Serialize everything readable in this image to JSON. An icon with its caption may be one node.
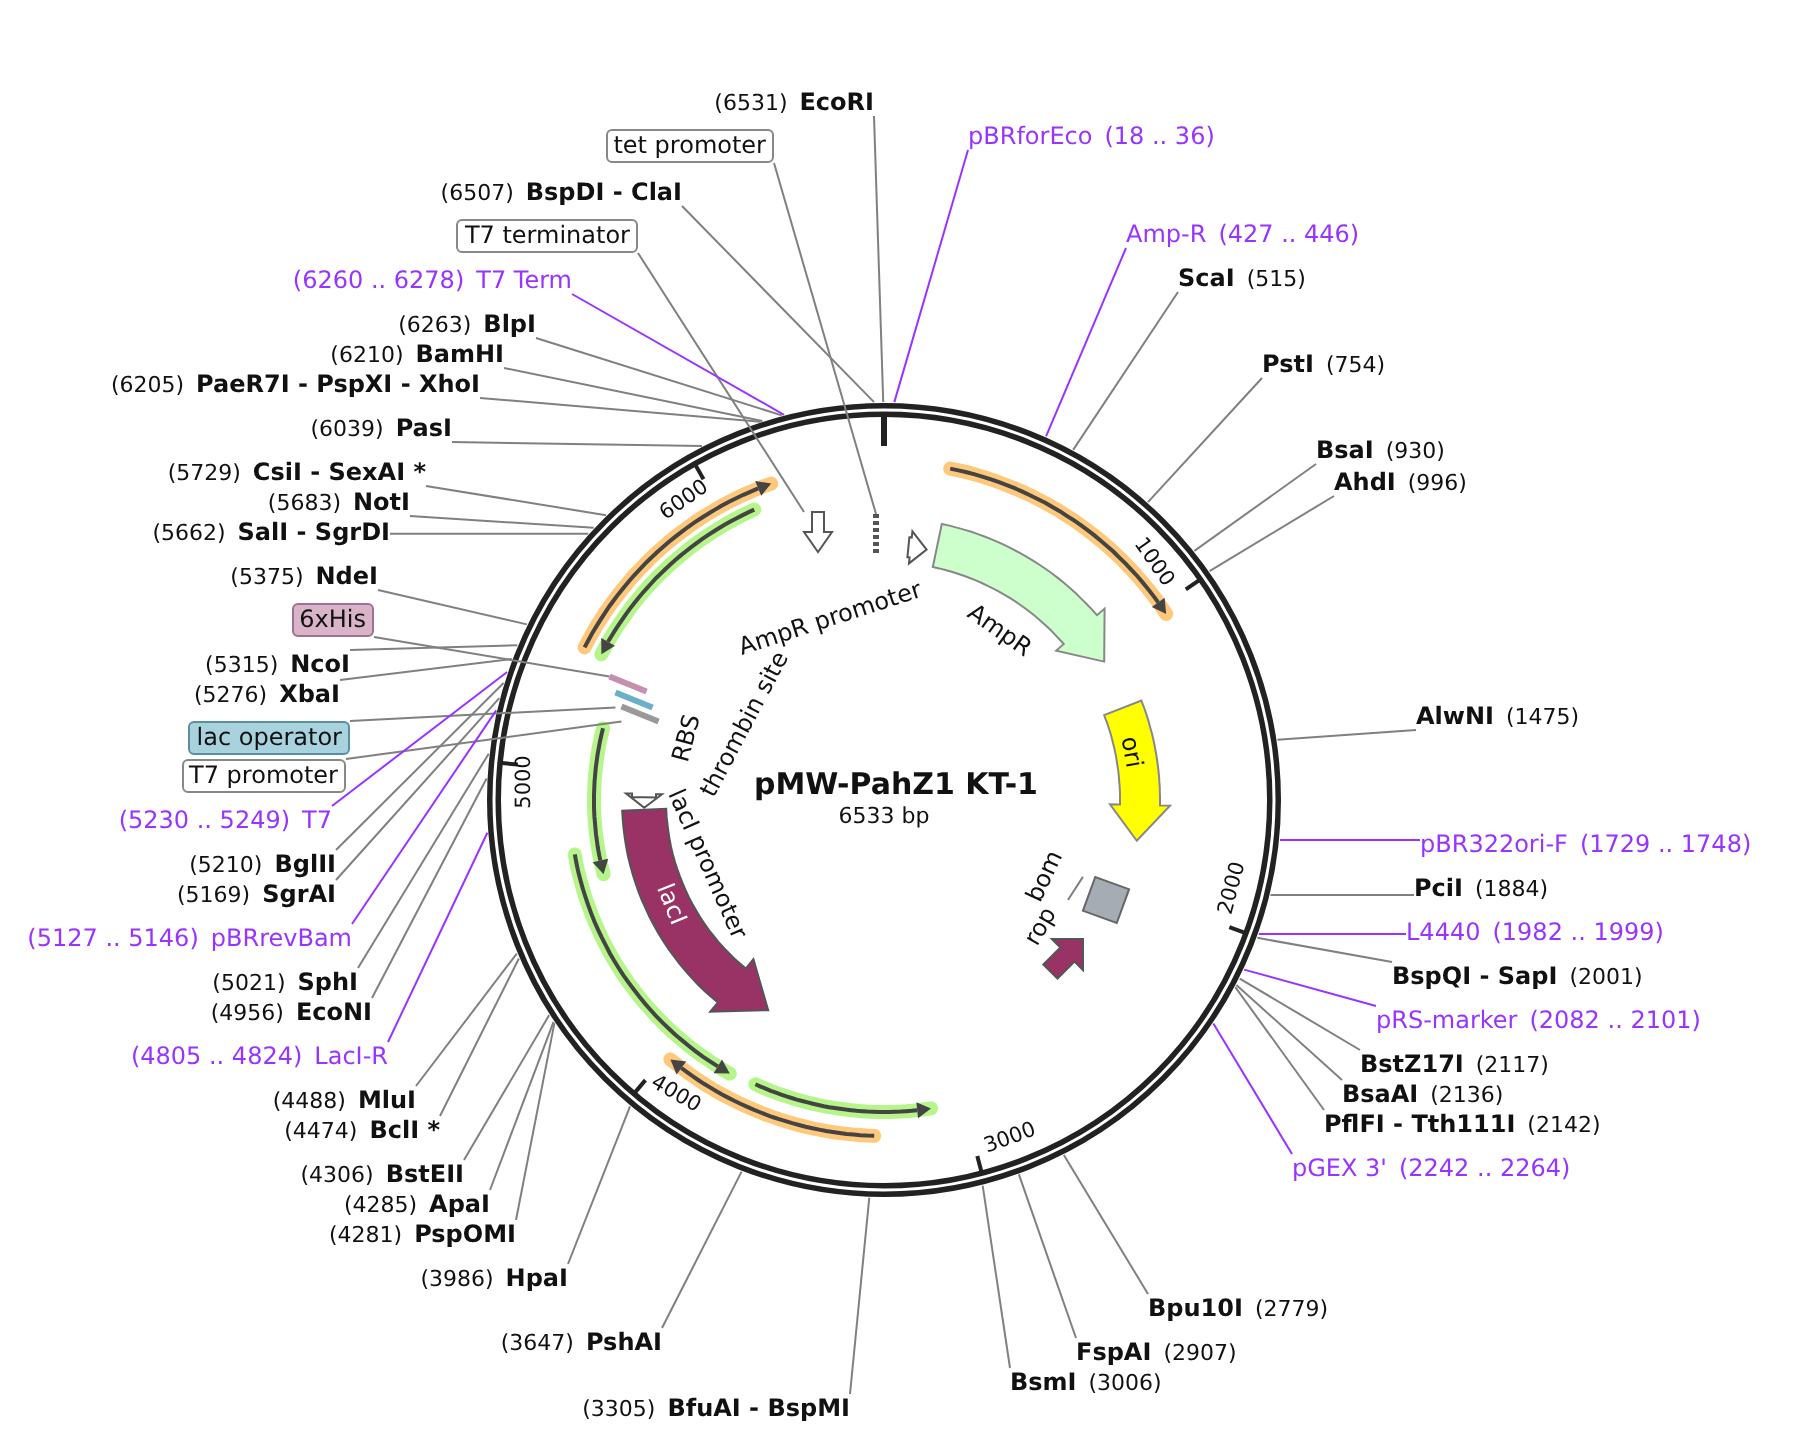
{
  "diagram": {
    "title": "pMW-PahZ1 KT-1",
    "nodes": [
      {
        "text": [
          "(6531)",
          "EcoRI"
        ]
      },
      {
        "text": [
          "tet promoter"
        ]
      },
      {
        "text": [
          "(6507)",
          "BspDI - ClaI"
        ]
      },
      {
        "text": [
          "T7 terminator"
        ]
      },
      {
        "text": [
          "(6260 .. 6278)",
          "T7 Term"
        ]
      },
      {
        "text": [
          "(6263)",
          "BlpI"
        ]
      },
      {
        "text": [
          "(6210)",
          "BamHI"
        ]
      },
      {
        "text": [
          "(6205)",
          "PaeR7I - PspXI - XhoI"
        ]
      },
      {
        "text": [
          "(6039)",
          "PasI"
        ]
      },
      {
        "text": [
          "(5729)",
          "CsiI - SexAI *"
        ]
      },
      {
        "text": [
          "(5683)",
          "NotI"
        ]
      },
      {
        "text": [
          "(5662)",
          "SalI - SgrDI"
        ]
      },
      {
        "text": [
          "(5375)",
          "NdeI"
        ]
      },
      {
        "text": [
          "6xHis"
        ]
      },
      {
        "text": [
          "(5315)",
          "NcoI"
        ]
      },
      {
        "text": [
          "(5276)",
          "XbaI"
        ]
      },
      {
        "text": [
          "lac operator"
        ]
      },
      {
        "text": [
          "T7 promoter"
        ]
      },
      {
        "text": [
          "(5230 .. 5249)",
          "T7"
        ]
      },
      {
        "text": [
          "(5210)",
          "BglII"
        ]
      },
      {
        "text": [
          "(5169)",
          "SgrAI"
        ]
      },
      {
        "text": [
          "(5127 .. 5146)",
          "pBRrevBam"
        ]
      },
      {
        "text": [
          "(5021)",
          "SphI"
        ]
      },
      {
        "text": [
          "(4956)",
          "EcoNI"
        ]
      },
      {
        "text": [
          "(4805 .. 4824)",
          "LacI-R"
        ]
      },
      {
        "text": [
          "(4488)",
          "MluI"
        ]
      },
      {
        "text": [
          "(4474)",
          "BclI *"
        ]
      },
      {
        "text": [
          "(4306)",
          "BstEII"
        ]
      },
      {
        "text": [
          "(4285)",
          "ApaI"
        ]
      },
      {
        "text": [
          "(4281)",
          "PspOMI"
        ]
      },
      {
        "text": [
          "(3986)",
          "HpaI"
        ]
      },
      {
        "text": [
          "(3647)",
          "PshAI"
        ]
      },
      {
        "text": [
          "(3305)",
          "BfuAI - BspMI"
        ]
      },
      {
        "text": [
          "pBRforEco",
          "(18 .. 36)"
        ]
      },
      {
        "text": [
          "Amp-R",
          "(427 .. 446)"
        ]
      },
      {
        "text": [
          "ScaI",
          "(515)"
        ]
      },
      {
        "text": [
          "PstI",
          "(754)"
        ]
      },
      {
        "text": [
          "BsaI",
          "(930)"
        ]
      },
      {
        "text": [
          "AhdI",
          "(996)"
        ]
      },
      {
        "text": [
          "AlwNI",
          "(1475)"
        ]
      },
      {
        "text": [
          "pBR322ori-F",
          "(1729 .. 1748)"
        ]
      },
      {
        "text": [
          "PciI",
          "(1884)"
        ]
      },
      {
        "text": [
          "L4440",
          "(1982 .. 1999)"
        ]
      },
      {
        "text": [
          "BspQI - SapI",
          "(2001)"
        ]
      },
      {
        "text": [
          "pRS-marker",
          "(2082 .. 2101)"
        ]
      },
      {
        "text": [
          "BstZ17I",
          "(2117)"
        ]
      },
      {
        "text": [
          "BsaAI",
          "(2136)"
        ]
      },
      {
        "text": [
          "PflFI - Tth111I",
          "(2142)"
        ]
      },
      {
        "text": [
          "pGEX 3'",
          "(2242 .. 2264)"
        ]
      },
      {
        "text": [
          "Bpu10I",
          "(2779)"
        ]
      },
      {
        "text": [
          "FspAI",
          "(2907)"
        ]
      },
      {
        "text": [
          "BsmI",
          "(3006)"
        ]
      },
      {
        "text": [
          "AmpR promoter"
        ]
      },
      {
        "text": [
          "AmpR"
        ]
      },
      {
        "text": [
          "ori"
        ]
      },
      {
        "text": [
          "bom"
        ]
      },
      {
        "text": [],
        "shape": "box"
      },
      {
        "text": [
          "rop"
        ]
      },
      {
        "text": [
          "lacI"
        ]
      },
      {
        "text": [
          "lacI promoter"
        ]
      },
      {
        "text": [
          "RBS"
        ]
      },
      {
        "text": [
          "thrombin site"
        ]
      },
      {
        "text": [],
        "shape": "bar"
      },
      {
        "text": [],
        "shape": "arrow"
      },
      {
        "text": [],
        "shape": "bar"
      },
      {
        "text": [],
        "shape": "bar"
      },
      {
        "text": [],
        "shape": "bar"
      }
    ],
    "edges": [
      {
        "from": 0,
        "to": null,
        "arrow": "none"
      },
      {
        "from": 1,
        "to": 62,
        "arrow": "none"
      },
      {
        "from": 2,
        "to": null,
        "arrow": "none"
      },
      {
        "from": 3,
        "to": 63,
        "arrow": "none"
      },
      {
        "from": 4,
        "to": null,
        "arrow": "none",
        "color": "#9933ff"
      },
      {
        "from": 5,
        "to": null,
        "arrow": "none"
      },
      {
        "from": 6,
        "to": null,
        "arrow": "none"
      },
      {
        "from": 7,
        "to": null,
        "arrow": "none"
      },
      {
        "from": 8,
        "to": null,
        "arrow": "none"
      },
      {
        "from": 9,
        "to": null,
        "arrow": "none"
      },
      {
        "from": 10,
        "to": null,
        "arrow": "none"
      },
      {
        "from": 11,
        "to": null,
        "arrow": "none"
      },
      {
        "from": 12,
        "to": null,
        "arrow": "none"
      },
      {
        "from": 13,
        "to": 64,
        "arrow": "none"
      },
      {
        "from": 14,
        "to": null,
        "arrow": "none"
      },
      {
        "from": 15,
        "to": null,
        "arrow": "none"
      },
      {
        "from": 16,
        "to": 65,
        "arrow": "none"
      },
      {
        "from": 17,
        "to": 66,
        "arrow": "none"
      },
      {
        "from": 18,
        "to": null,
        "arrow": "none",
        "color": "#9933ff"
      },
      {
        "from": 19,
        "to": null,
        "arrow": "none"
      },
      {
        "from": 20,
        "to": null,
        "arrow": "none"
      },
      {
        "from": 21,
        "to": null,
        "arrow": "none",
        "color": "#9933ff"
      },
      {
        "from": 22,
        "to": null,
        "arrow": "none"
      },
      {
        "from": 23,
        "to": null,
        "arrow": "none"
      },
      {
        "from": 24,
        "to": null,
        "arrow": "none",
        "color": "#9933ff"
      },
      {
        "from": 25,
        "to": null,
        "arrow": "none"
      },
      {
        "from": 26,
        "to": null,
        "arrow": "none"
      },
      {
        "from": 27,
        "to": null,
        "arrow": "none"
      },
      {
        "from": 28,
        "to": null,
        "arrow": "none"
      },
      {
        "from": 29,
        "to": null,
        "arrow": "none"
      },
      {
        "from": 30,
        "to": null,
        "arrow": "none"
      },
      {
        "from": 31,
        "to": null,
        "arrow": "none"
      },
      {
        "from": 32,
        "to": null,
        "arrow": "none"
      },
      {
        "from": 33,
        "to": null,
        "arrow": "none",
        "color": "#9933ff"
      },
      {
        "from": 34,
        "to": null,
        "arrow": "none",
        "color": "#9933ff"
      },
      {
        "from": 35,
        "to": null,
        "arrow": "none"
      },
      {
        "from": 36,
        "to": null,
        "arrow": "none"
      },
      {
        "from": 37,
        "to": null,
        "arrow": "none"
      },
      {
        "from": 38,
        "to": null,
        "arrow": "none"
      },
      {
        "from": 39,
        "to": null,
        "arrow": "none"
      },
      {
        "from": 40,
        "to": null,
        "arrow": "none",
        "color": "#9933ff"
      },
      {
        "from": 41,
        "to": null,
        "arrow": "none"
      },
      {
        "from": 42,
        "to": null,
        "arrow": "none",
        "color": "#9933ff"
      },
      {
        "from": 43,
        "to": null,
        "arrow": "none"
      },
      {
        "from": 44,
        "to": null,
        "arrow": "none",
        "color": "#9933ff"
      },
      {
        "from": 45,
        "to": null,
        "arrow": "none"
      },
      {
        "from": 46,
        "to": null,
        "arrow": "none"
      },
      {
        "from": 47,
        "to": null,
        "arrow": "none"
      },
      {
        "from": 48,
        "to": null,
        "arrow": "none",
        "color": "#9933ff"
      },
      {
        "from": 49,
        "to": null,
        "arrow": "none"
      },
      {
        "from": 50,
        "to": null,
        "arrow": "none"
      },
      {
        "from": 51,
        "to": null,
        "arrow": "none"
      },
      {
        "from": 55,
        "to": 56,
        "arrow": "none"
      }
    ],
    "labels": [
      "6000",
      "1000",
      "5000",
      "6533 bp",
      "2000",
      "4000",
      "3000"
    ]
  }
}
